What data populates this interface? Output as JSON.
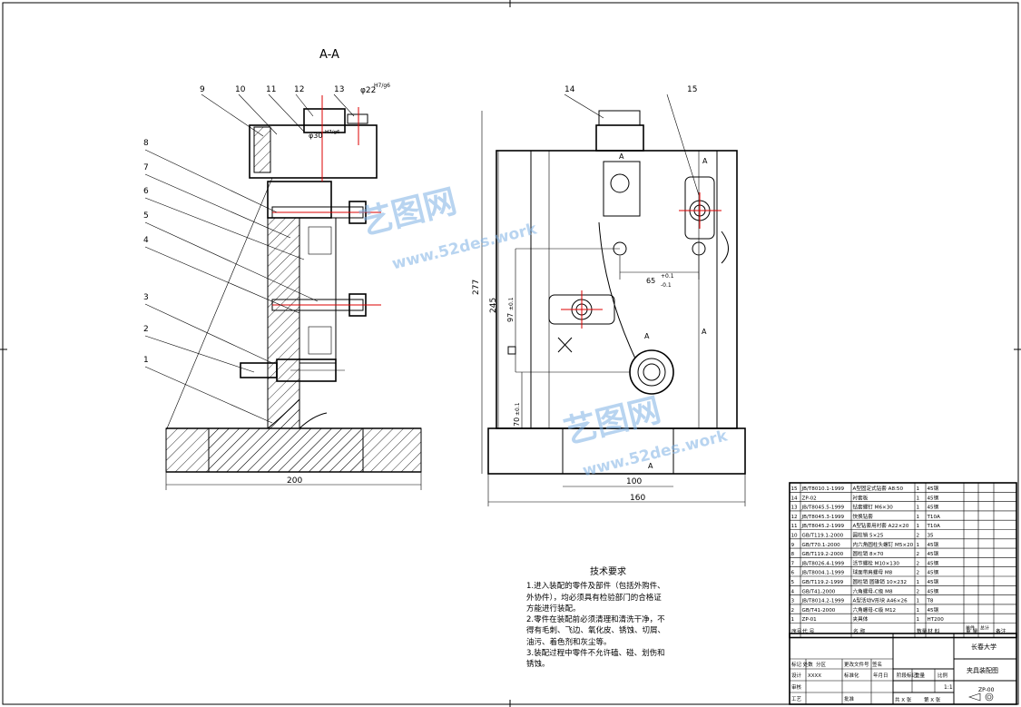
{
  "section_title": "A-A",
  "callouts_left": [
    "9",
    "10",
    "11",
    "12",
    "13",
    "8",
    "7",
    "6",
    "5",
    "4",
    "3",
    "2",
    "1"
  ],
  "callouts_right": [
    "14",
    "15"
  ],
  "dims": {
    "phi22": "φ22",
    "phi22_fit": "H7/g6",
    "phi30": "φ30",
    "phi30_fit": "H7/g6",
    "d200": "200",
    "d277": "277",
    "d245": "245",
    "d97": "97",
    "d97_tol": "±0.1",
    "d70": "70",
    "d70_tol": "±0.1",
    "d65": "65",
    "d65_tol_up": "+0.1",
    "d65_tol_dn": "-0.1",
    "d100": "100",
    "d160": "160",
    "section_mark": "A"
  },
  "tech": {
    "title": "技术要求",
    "lines": [
      "1.进入装配的零件及部件（包括外购件、",
      "外协件），均必须具有检验部门的合格证",
      "方能进行装配。",
      "2.零件在装配前必须清理和清洗干净，不",
      "得有毛刺、飞边、氧化皮、锈蚀、切屑、",
      "油污、着色剂和灰尘等。",
      "3.装配过程中零件不允许磕、碰、划伤和",
      "锈蚀。"
    ]
  },
  "bom": [
    {
      "no": "15",
      "code": "JB/T8010.1-1999",
      "name": "A型固定式钻套 A8:50",
      "qty": "1",
      "mat": "45钢"
    },
    {
      "no": "14",
      "code": "ZP-02",
      "name": "衬套板",
      "qty": "1",
      "mat": "45钢"
    },
    {
      "no": "13",
      "code": "JB/T8045.5-1999",
      "name": "钻套螺钉 M6×30",
      "qty": "1",
      "mat": "45钢"
    },
    {
      "no": "12",
      "code": "JB/T8045.3-1999",
      "name": "快换钻套",
      "qty": "1",
      "mat": "T10A"
    },
    {
      "no": "11",
      "code": "JB/T8045.2-1999",
      "name": "A型钻套用衬套 A22×20",
      "qty": "1",
      "mat": "T10A"
    },
    {
      "no": "10",
      "code": "GB/T119.1-2000",
      "name": "圆柱销 5×25",
      "qty": "2",
      "mat": "35"
    },
    {
      "no": "9",
      "code": "GB/T70.1-2000",
      "name": "内六角圆柱头螺钉 M5×20",
      "qty": "1",
      "mat": "45钢"
    },
    {
      "no": "8",
      "code": "GB/T119.2-2000",
      "name": "圆柱销 8×70",
      "qty": "2",
      "mat": "45钢"
    },
    {
      "no": "7",
      "code": "JB/T8026.4-1999",
      "name": "活节螺栓 M10×130",
      "qty": "2",
      "mat": "45钢"
    },
    {
      "no": "6",
      "code": "JB/T8004.1-1999",
      "name": "球面带肩螺母 M8",
      "qty": "2",
      "mat": "45钢"
    },
    {
      "no": "5",
      "code": "GB/T119.2-1999",
      "name": "圆柱销 圆锥销 10×232",
      "qty": "1",
      "mat": "45钢"
    },
    {
      "no": "4",
      "code": "GB/T41-2000",
      "name": "六角螺母-C级 M8",
      "qty": "2",
      "mat": "45钢"
    },
    {
      "no": "3",
      "code": "JB/T8014.2-1999",
      "name": "A型活动V形块 A46×26",
      "qty": "1",
      "mat": "T8"
    },
    {
      "no": "2",
      "code": "GB/T41-2000",
      "name": "六角螺母-C级 M12",
      "qty": "1",
      "mat": "45钢"
    },
    {
      "no": "1",
      "code": "ZP-01",
      "name": "夹具体",
      "qty": "1",
      "mat": "HT200"
    }
  ],
  "bom_header": {
    "no": "序号",
    "code": "代  号",
    "name": "名        称",
    "qty": "数量",
    "mat": "材  料",
    "unit": "单件",
    "total": "总计",
    "weight": "重  量",
    "remark": "备注"
  },
  "title_block": {
    "school": "长春大学",
    "drawing": "夹具装配图",
    "code": "ZP-00",
    "scale": "1:1",
    "rev_row": "标记 处数",
    "design": "设计",
    "design_name": "XXXX",
    "std": "标准化",
    "stage": "阶段标记",
    "weight": "重量",
    "ratio": "比例",
    "review": "审核",
    "craft": "工艺",
    "approve": "批准",
    "sheets": "共 X 张",
    "sheet_no": "第 X 张",
    "partition": "分区",
    "change": "更改文件号",
    "sign": "签名",
    "date": "年月日"
  },
  "watermark": {
    "brand": "艺图网",
    "url": "www.52des.work"
  }
}
